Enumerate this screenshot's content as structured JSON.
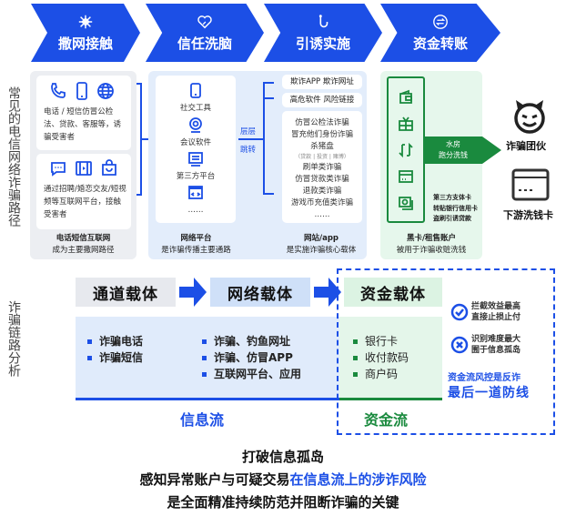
{
  "stages": [
    {
      "label": "撒网接触",
      "icon": "snowflake-net-icon"
    },
    {
      "label": "信任洗脑",
      "icon": "heart-icon"
    },
    {
      "label": "引诱实施",
      "icon": "hook-icon"
    },
    {
      "label": "资金转账",
      "icon": "exchange-icon"
    }
  ],
  "side_labels": {
    "top": "常见的电信网络诈骗路径",
    "bottom": "诈骗链路分析"
  },
  "contact_panel": {
    "card1_text": "电话 / 短信仿冒公检法、贷款、客服等，诱骗受害者",
    "card1_icons": [
      "phone-icon",
      "mobile-icon",
      "globe-icon"
    ],
    "card2_text": "通过招聘/婚恋交友/短视频等互联网平台，接触受害者",
    "card2_icons": [
      "chat-icon",
      "video-icon",
      "shopping-bag-icon"
    ],
    "caption_bold": "电话短信互联网",
    "caption": "成为主要撒网路径"
  },
  "network_panel": {
    "items": [
      "社交工具",
      "会议软件",
      "第三方平台",
      "……"
    ],
    "caption_bold": "网络平台",
    "caption": "是诈骗传播主要通路",
    "jump_label_1": "层层",
    "jump_label_2": "跳转"
  },
  "site_panel": {
    "box1": "欺诈APP 欺诈网址",
    "box2": "高危软件 风险链接",
    "list": [
      "仿冒公检法诈骗",
      "冒充他们身份诈骗",
      "杀猪盘"
    ],
    "sub": "（贷款 | 投资 | 赌博）",
    "list2": [
      "刷单类诈骗",
      "仿冒贷款类诈骗",
      "退款类诈骗",
      "游戏币充值类诈骗",
      "……"
    ],
    "caption_bold": "网站/app",
    "caption": "是实施诈骗核心载体"
  },
  "fund_panel": {
    "icons": [
      "wallet-icon",
      "gift-icon",
      "transfer-icon",
      "card-icon",
      "cash-icon"
    ],
    "arrow_line1": "水房",
    "arrow_line2": "跑分洗钱",
    "notes": [
      "第三方支体卡",
      "转贴银行信用卡",
      "盗刷引诱贷款"
    ],
    "caption_bold": "黑卡/租售账户",
    "caption": "被用于诈骗收赃洗钱"
  },
  "targets": {
    "gang": "诈骗团伙",
    "card": "下游洗钱卡"
  },
  "analysis": {
    "headers": [
      "通道载体",
      "网络载体",
      "资金载体"
    ],
    "col1": [
      "诈骗电话",
      "诈骗短信"
    ],
    "col2": [
      "诈骗、钓鱼网址",
      "诈骗、仿冒APP",
      "互联网平台、应用"
    ],
    "col3": [
      "银行卡",
      "收付款码",
      "商户码"
    ],
    "info_flow": "信息流",
    "fund_flow": "资金流",
    "pro_line1": "拦截效益最高",
    "pro_line2": "直接止损止付",
    "con_line1": "识别难度最大",
    "con_line2": "囿于信息孤岛",
    "defense_line1": "资金流风控是反诈",
    "defense_line2": "最后一道防线"
  },
  "conclusion": {
    "line1": "打破信息孤岛",
    "line2_prefix": "感知异常账户与可疑交易",
    "line2_highlight": "在信息流上的涉诈风险",
    "line3": "是全面精准持续防范并阻断诈骗的关键"
  },
  "colors": {
    "primary_blue": "#1c4fe6",
    "green": "#1a8a3e",
    "light_blue_bg": "#e3edfb",
    "light_green_bg": "#e6f7ec",
    "gray_bg": "#eceef2"
  }
}
